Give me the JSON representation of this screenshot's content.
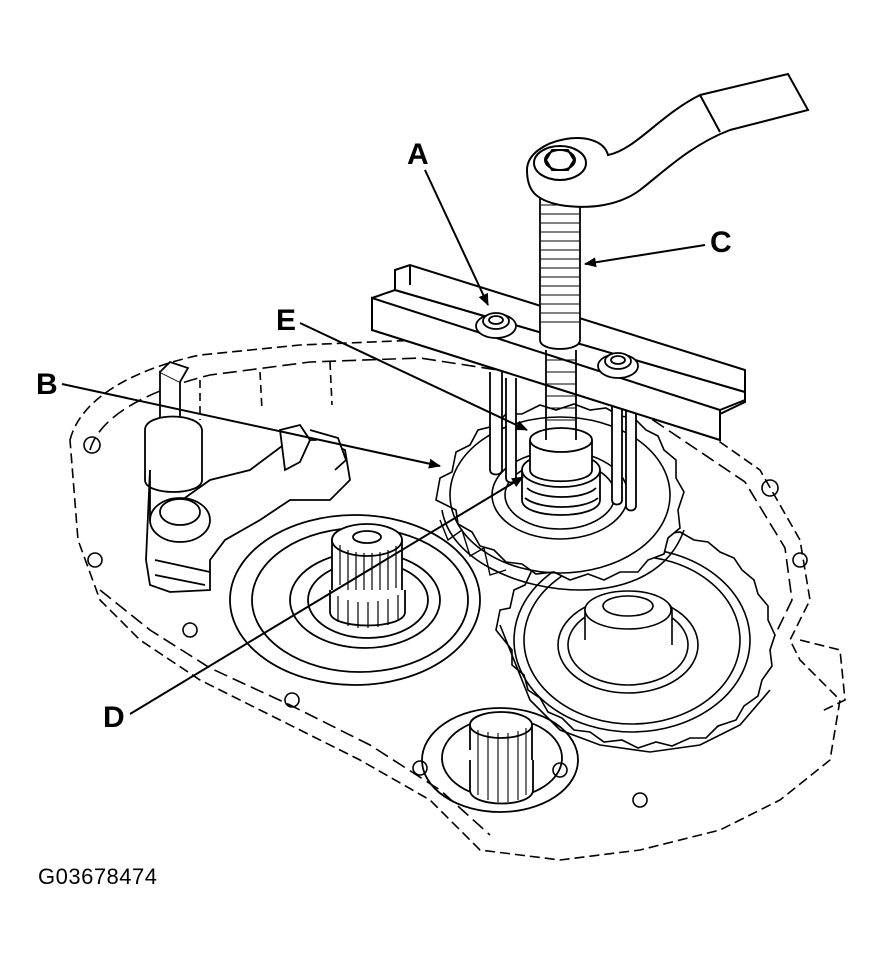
{
  "diagram": {
    "callouts": {
      "a": "A",
      "b": "B",
      "c": "C",
      "d": "D",
      "e": "E"
    },
    "figure_id": "G03678474"
  },
  "colors": {
    "line": "#000000",
    "fill": "#ffffff",
    "ghost": "#555555"
  }
}
